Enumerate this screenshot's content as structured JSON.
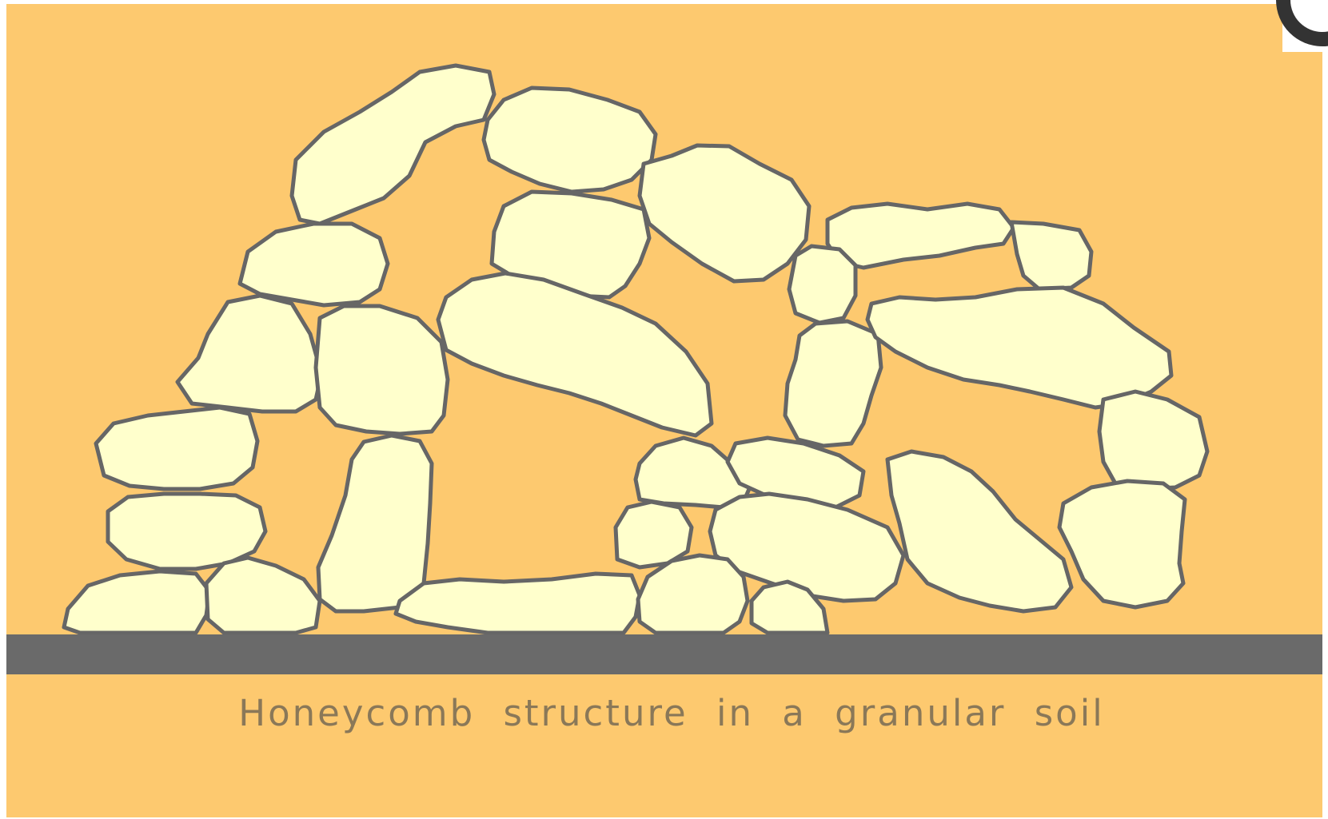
{
  "diagram": {
    "caption": "Honeycomb structure in a granular soil",
    "elements": [
      "soil grains",
      "base surface"
    ]
  },
  "colors": {
    "background": "#fdc96f",
    "grain_fill": "#ffffcc",
    "grain_outline": "#666666",
    "base": "#6a6a6a",
    "caption_text": "#8a7858"
  }
}
